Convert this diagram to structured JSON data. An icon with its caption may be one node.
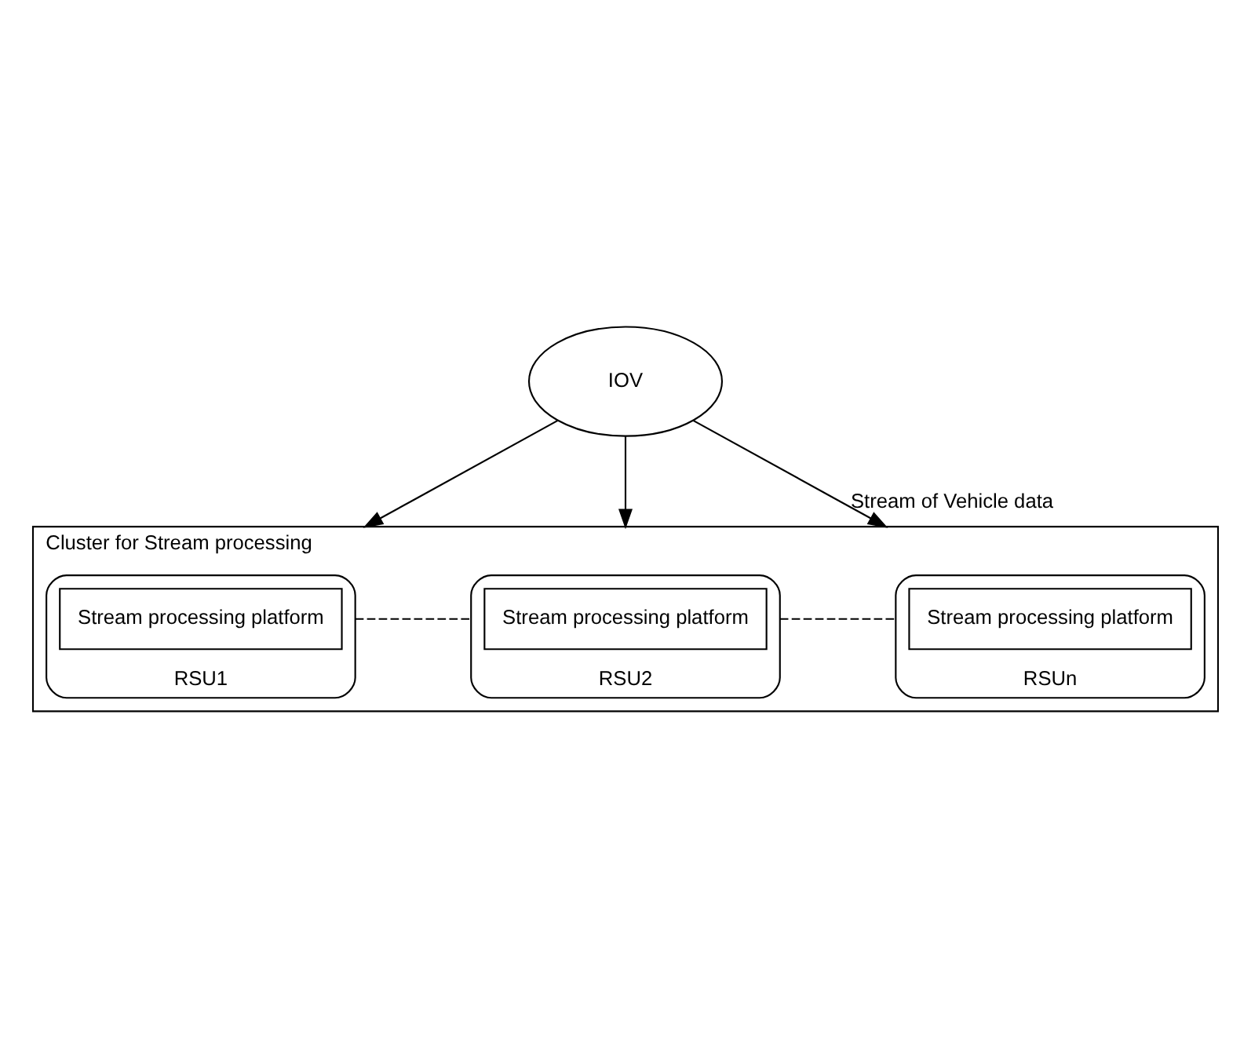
{
  "diagram": {
    "nodes": [
      {
        "text": [
          "IOV"
        ]
      },
      {
        "text": [
          "Cluster for Stream processing"
        ]
      },
      {
        "text": [
          "RSU1"
        ],
        "in": 1
      },
      {
        "text": [
          "Stream processing platform"
        ],
        "in": 2
      },
      {
        "text": [
          "RSU2"
        ],
        "in": 1
      },
      {
        "text": [
          "Stream processing platform"
        ],
        "in": 4
      },
      {
        "text": [
          "RSUn"
        ],
        "in": 1
      },
      {
        "text": [
          "Stream processing platform"
        ],
        "in": 6
      }
    ],
    "edges": [
      {
        "from": 0,
        "to": 1,
        "arrow": "to"
      },
      {
        "from": 0,
        "to": 1,
        "arrow": "to"
      },
      {
        "from": 0,
        "to": 1,
        "arrow": "to",
        "label": "Stream of Vehicle data"
      },
      {
        "from": 2,
        "to": 4,
        "arrow": "none",
        "style": "dashed"
      },
      {
        "from": 4,
        "to": 6,
        "arrow": "none",
        "style": "dashed"
      }
    ]
  }
}
